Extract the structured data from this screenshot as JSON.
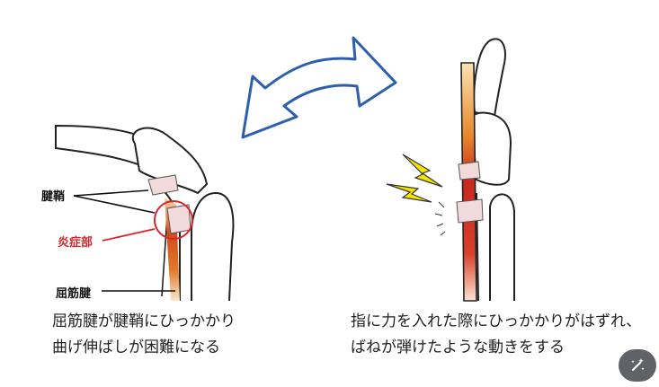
{
  "labels": {
    "sheath": "腱鞘",
    "inflammation": "炎症部",
    "flexor_tendon": "屈筋腱"
  },
  "captions": {
    "left": [
      "屈筋腱が腱鞘にひっかかり",
      "曲げ伸ばしが困難になる"
    ],
    "right": [
      "指に力を入れた際にひっかかりがはずれ、",
      "ばねが弾けたような動きをする"
    ]
  },
  "colors": {
    "arrow": "#2d5fae",
    "inflammation": "#d6262b",
    "tendon": "#c8281e",
    "lightning": "#f2e300"
  },
  "icons": {
    "magic_button": "magic-wand-icon"
  }
}
